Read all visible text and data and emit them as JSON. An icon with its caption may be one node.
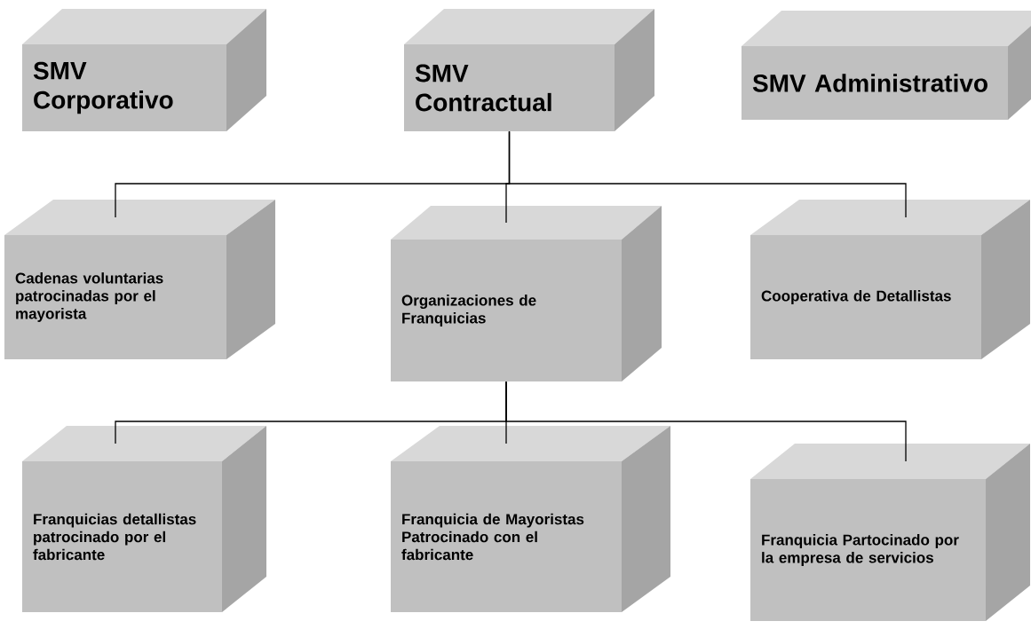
{
  "diagram": {
    "nodes": [
      {
        "text": [
          "SMV Corporativo"
        ]
      },
      {
        "text": [
          "SMV Contractual"
        ]
      },
      {
        "text": [
          "SMV Administrativo"
        ]
      },
      {
        "text": [
          "Cadenas voluntarias patrocinadas por el mayorista"
        ]
      },
      {
        "text": [
          "Organizaciones de Franquicias"
        ]
      },
      {
        "text": [
          "Cooperativa de Detallistas"
        ]
      },
      {
        "text": [
          "Franquicias detallistas patrocinado por el fabricante"
        ]
      },
      {
        "text": [
          "Franquicia de Mayoristas Patrocinado con el fabricante"
        ]
      },
      {
        "text": [
          "Franquicia Partocinado por la empresa de servicios"
        ]
      }
    ],
    "edges": [
      {
        "from": 1,
        "to": 3,
        "arrow": "none"
      },
      {
        "from": 1,
        "to": 4,
        "arrow": "none"
      },
      {
        "from": 1,
        "to": 5,
        "arrow": "none"
      },
      {
        "from": 4,
        "to": 6,
        "arrow": "none"
      },
      {
        "from": 4,
        "to": 7,
        "arrow": "none"
      },
      {
        "from": 4,
        "to": 8,
        "arrow": "none"
      }
    ]
  }
}
